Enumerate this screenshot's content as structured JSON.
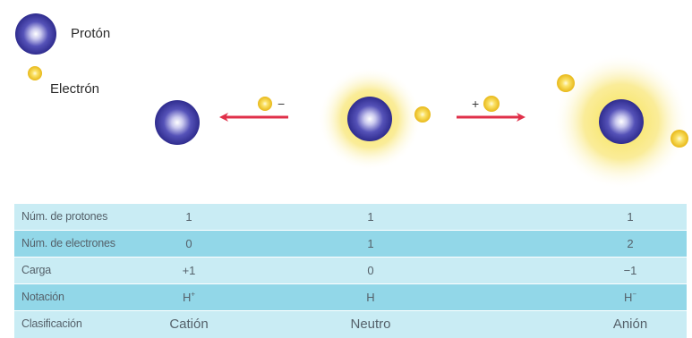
{
  "legend": {
    "proton_label": "Protón",
    "electron_label": "Electrón"
  },
  "cation_process": {
    "sign": "−"
  },
  "anion_process": {
    "sign": "+"
  },
  "table": {
    "rows": [
      {
        "label": "Núm. de protones",
        "cation": "1",
        "neutral": "1",
        "anion": "1"
      },
      {
        "label": "Núm. de electrones",
        "cation": "0",
        "neutral": "1",
        "anion": "2"
      },
      {
        "label": "Carga",
        "cation": "+1",
        "neutral": "0",
        "anion": "−1"
      },
      {
        "label": "Notación",
        "cation": "H",
        "cation_sup": "+",
        "neutral": "H",
        "anion": "H",
        "anion_sup": "−"
      },
      {
        "label": "Clasificación",
        "cation": "Catión",
        "neutral": "Neutro",
        "anion": "Anión"
      }
    ]
  },
  "colors": {
    "proton": "#3d3aa0",
    "electron": "#f2cc2a",
    "glow": "#f7e46a",
    "arrow": "#e0304a",
    "row_light": "#c9ecf4",
    "row_dark": "#92d7e8"
  },
  "icons": [
    "proton-icon",
    "electron-icon",
    "arrow-left-icon",
    "arrow-right-icon"
  ]
}
